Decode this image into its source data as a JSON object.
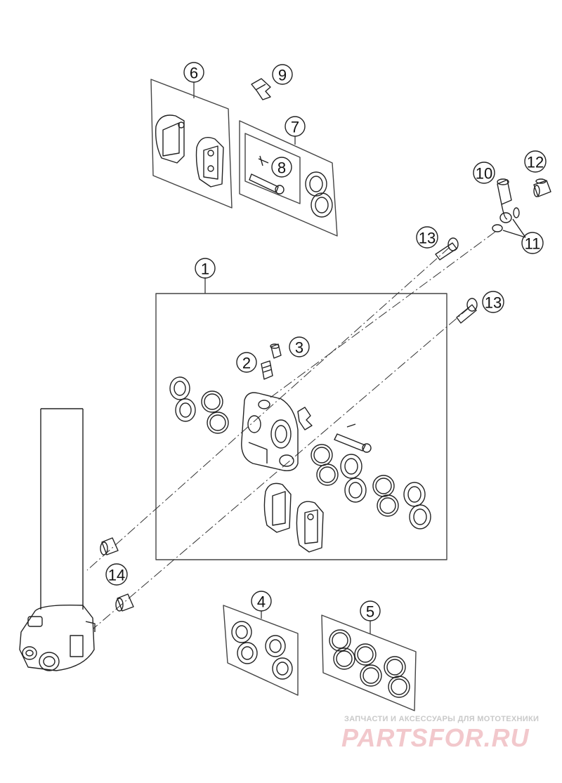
{
  "callouts": {
    "c1": "1",
    "c2": "2",
    "c3": "3",
    "c4": "4",
    "c5": "5",
    "c6": "6",
    "c7": "7",
    "c8": "8",
    "c9": "9",
    "c10": "10",
    "c11": "11",
    "c12": "12",
    "c13a": "13",
    "c13b": "13",
    "c14": "14"
  },
  "watermark": {
    "caption": "ЗАПЧАСТИ И АКСЕССУАРЫ ДЛЯ МОТОТЕХНИКИ",
    "logo": "PARTSFOR.RU"
  },
  "colors": {
    "line": "#222222",
    "watermark_logo": "#f2c8cc",
    "watermark_caption": "#c9c9c9"
  }
}
